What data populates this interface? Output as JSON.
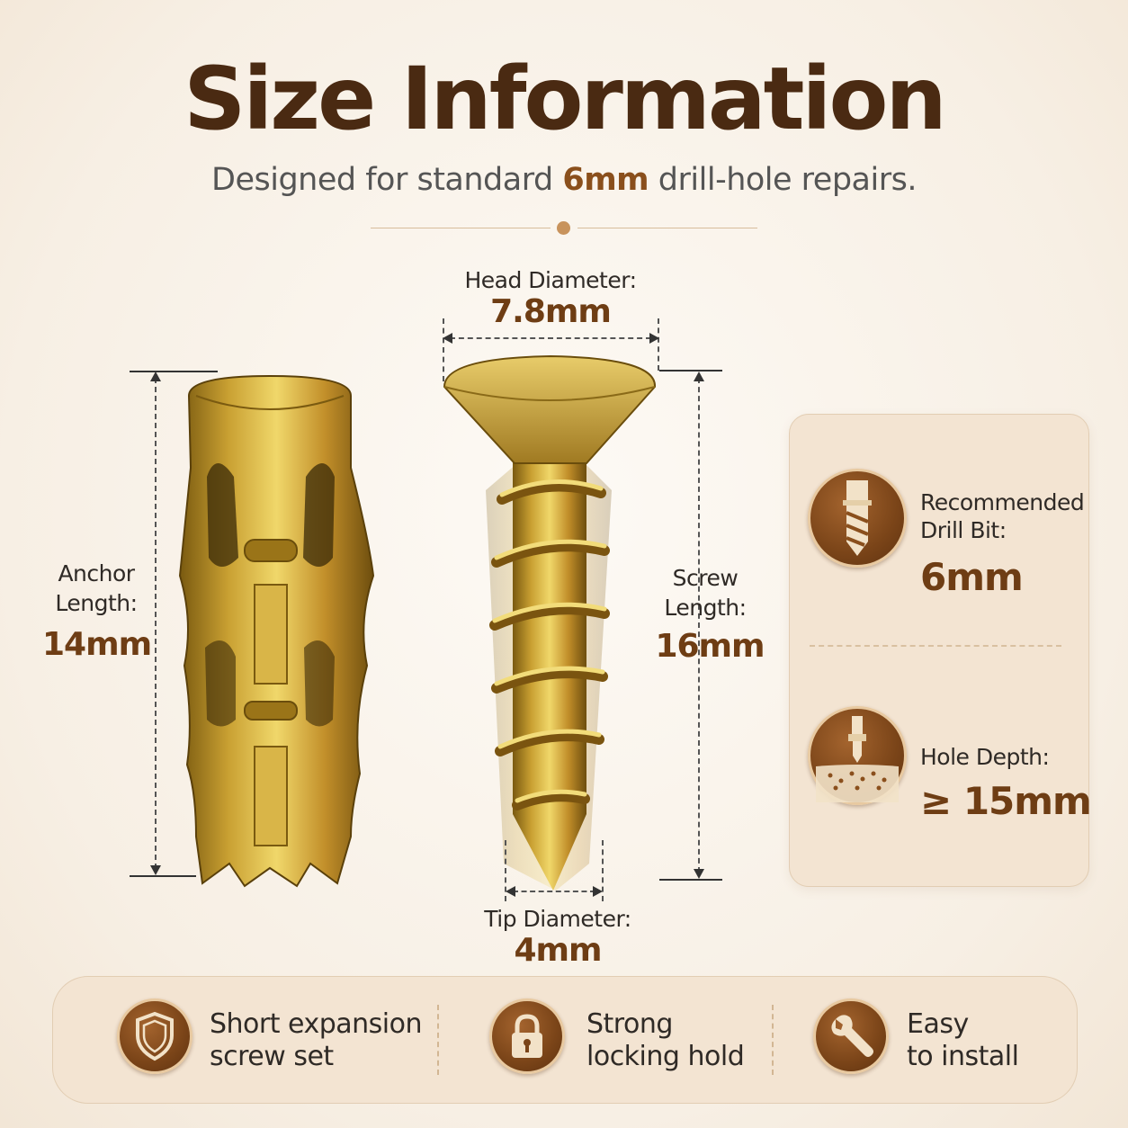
{
  "header": {
    "title": "Size Information",
    "subtitle_prefix": "Designed for standard",
    "subtitle_highlight": "6mm",
    "subtitle_suffix": "drill-hole repairs."
  },
  "dimensions": {
    "head_diameter": {
      "label": "Head Diameter:",
      "value": "7.8mm"
    },
    "anchor_length": {
      "label_line1": "Anchor",
      "label_line2": "Length:",
      "value": "14mm"
    },
    "screw_length": {
      "label_line1": "Screw",
      "label_line2": "Length:",
      "value": "16mm"
    },
    "tip_diameter": {
      "label": "Tip Diameter:",
      "value": "4mm"
    }
  },
  "spec_card": {
    "drill_bit": {
      "label_line1": "Recommended",
      "label_line2": "Drill Bit:",
      "value": "6mm",
      "icon": "drill-bit-icon"
    },
    "hole_depth": {
      "label": "Hole Depth:",
      "value": "≥ 15mm",
      "icon": "drill-hole-icon"
    }
  },
  "features": [
    {
      "line1": "Short expansion",
      "line2": "screw set",
      "icon": "shield-icon"
    },
    {
      "line1": "Strong",
      "line2": "locking hold",
      "icon": "padlock-icon"
    },
    {
      "line1": "Easy",
      "line2": "to install",
      "icon": "wrench-icon"
    }
  ],
  "colors": {
    "title": "#4a2a12",
    "accent": "#6e3d14",
    "icon_bg": "#7a4418",
    "card_bg": "#f3e4d2",
    "metal": "#c9a032"
  }
}
